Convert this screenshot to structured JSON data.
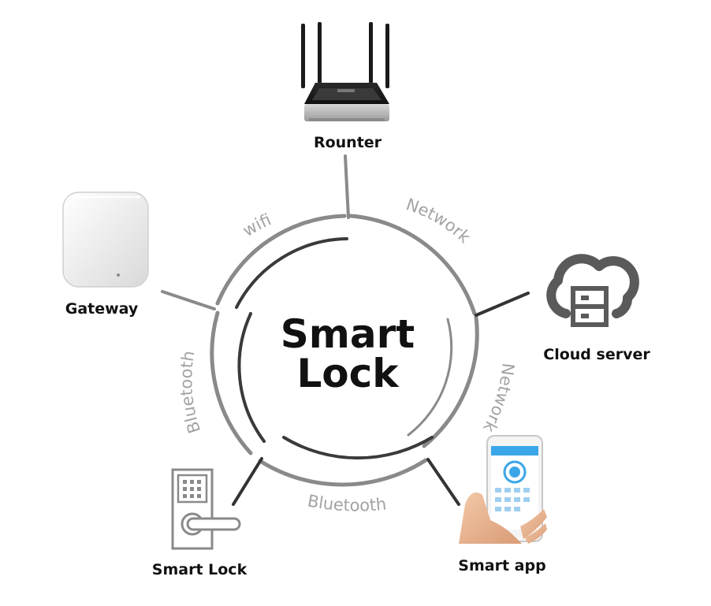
{
  "center": {
    "line1": "Smart",
    "line2": "Lock"
  },
  "nodes": {
    "router": {
      "label": "Rounter",
      "icon": "router-icon"
    },
    "gateway": {
      "label": "Gateway",
      "icon": "gateway-icon"
    },
    "cloud": {
      "label": "Cloud server",
      "icon": "cloud-server-icon"
    },
    "lock": {
      "label": "Smart Lock",
      "icon": "smart-lock-icon"
    },
    "app": {
      "label": "Smart app",
      "icon": "smartphone-hand-icon"
    }
  },
  "links": {
    "wifi": "wifi",
    "network_top": "Network",
    "network_right": "Network",
    "bluetooth_left": "Bluetooth",
    "bluetooth_bottom": "Bluetooth"
  },
  "colors": {
    "ring_outer": "#8a8a8a",
    "ring_inner": "#3a3a3a",
    "connector": "#8a8a8a",
    "connector_dark": "#333333",
    "link_text": "#a3a3a3",
    "app_accent": "#3aa6e8"
  }
}
